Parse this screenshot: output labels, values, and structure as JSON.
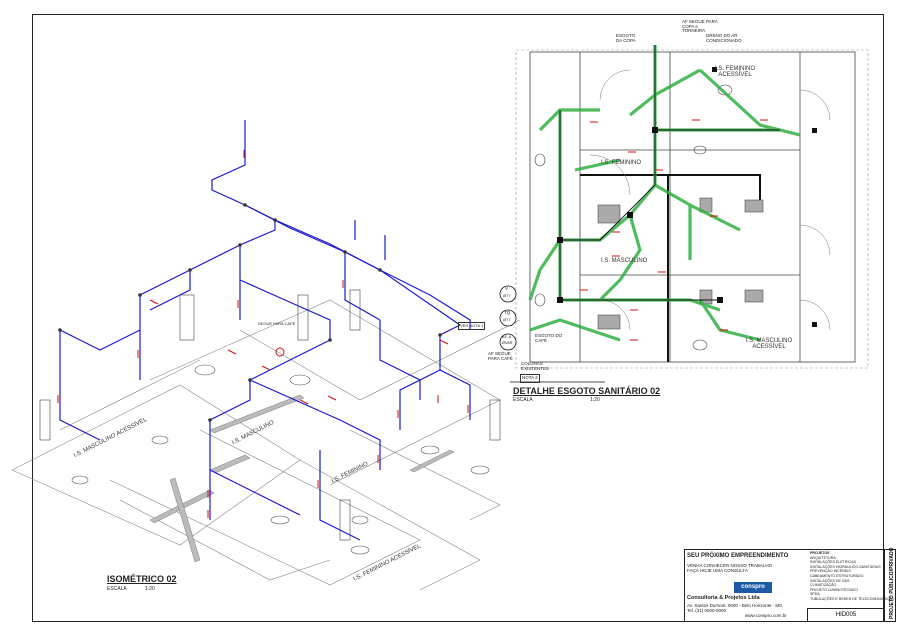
{
  "views": {
    "isometric": {
      "title": "ISOMÉTRICO 02",
      "scale_label": "ESCALA",
      "scale_value": "1:20"
    },
    "detail": {
      "title": "DETALHE ESGOTO SANITÁRIO 02",
      "scale_label": "ESCALA",
      "scale_value": "1:20"
    }
  },
  "rooms": {
    "is_feminino_acessivel": "I.S. FEMININO ACESSÍVEL",
    "is_feminino": "I.S. FEMININO",
    "is_masculino": "I.S. MASCULINO",
    "is_masculino_acessivel": "I.S. MASCULINO ACESSÍVEL",
    "iso_masculino_acessivel": "I.S. MASCULINO ACESSÍVEL",
    "iso_masculino": "I.S. MASCULINO",
    "iso_feminino": "I.S. FEMININO",
    "iso_feminino_acessivel": "I.S. FEMININO ACESSÍVEL"
  },
  "notes": {
    "af_segue_copa": "AF SEGUE PARA COPA e TORNEIRA",
    "esgoto_copa": "ESGOTO DA COPA",
    "dreno_ar": "DRENO DO AR CONDICIONADO",
    "esgoto_cafe": "ESGOTO DO CAFÉ",
    "af_segue_cafe": "AF SEGUE PARA CAFÉ",
    "colunas": "COLUNAS EXISTENTES",
    "nota": "NOTA 2",
    "segue_cafe": "SEGUE PARA CAFÉ",
    "ver_nota": "VER NOTA 1"
  },
  "tags": {
    "v": "V",
    "v_dia": "Ø77",
    "tq": "TQ",
    "tq_dia": "Ø77",
    "afa": "AF-A",
    "afa_dia": "ØVAR"
  },
  "title_block": {
    "project": "SEU PRÓXIMO EMPREENDIMENTO",
    "client_line1": "VENHA CONHECER NOSSO TRABALHO",
    "client_line2": "FAÇA HOJE UMA CONSULTA",
    "logo": "conspro",
    "firm": "Consultoria & Projetos Ltda",
    "address": "Av. Santos Dumont, 0000 - Belo Horizonte - MG",
    "contact": "Tel. (31) 0000-0000",
    "web": "www.conspro.com.br",
    "projects_header": "PROJETOS",
    "projects": [
      "ARQUITETURA",
      "INSTALAÇÕES ELÉTRICAS",
      "INSTALAÇÕES HIDRÁULICO-SANITÁRIAS",
      "PREVENÇÃO INCÊNDIO",
      "CABEAMENTO ESTRUTURADO",
      "INSTALAÇÕES DE GÁS",
      "CLIMATIZAÇÃO",
      "PROJETO LUMINOTÉCNICO",
      "SPDA",
      "TUBULAÇÕES E REDES DE TELECOMUNICAÇÃO"
    ],
    "side_label": "PROJETO PÚBLICO/PRIVADO",
    "drawing_no": "HID005"
  }
}
